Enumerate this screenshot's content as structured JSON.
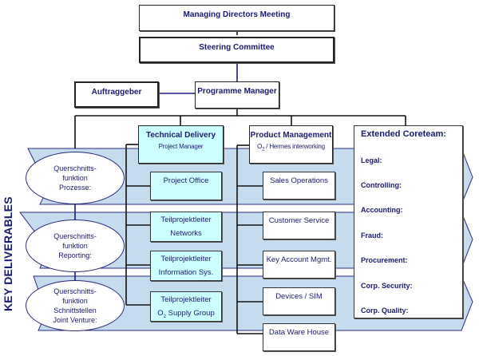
{
  "diagram": {
    "side_label": "KEY DELIVERABLES",
    "top_boxes": {
      "managing_directors": "Managing Directors Meeting",
      "steering_committee": "Steering Committee",
      "auftraggeber": "Auftraggeber",
      "programme_manager": "Programme Manager"
    },
    "technical_delivery": {
      "title": "Technical Delivery",
      "subtitle": "Project Manager",
      "items": [
        {
          "line1": "Project Office",
          "line2": ""
        },
        {
          "line1": "Teilprojektleiter",
          "line2": "Networks"
        },
        {
          "line1": "Teilprojektleiter",
          "line2": "Information Sys."
        },
        {
          "line1": "Teilprojektleiter",
          "line2_prefix": "O",
          "line2_sub": "2",
          "line2": " Supply Group"
        }
      ]
    },
    "product_management": {
      "title": "Product Management",
      "subtitle_prefix": "O",
      "subtitle_sub": "2",
      "subtitle": " / Hermes interworking",
      "items": [
        "Sales Operations",
        "Customer Service",
        "Key Account Mgmt.",
        "Devices / SIM",
        "Data Ware House"
      ]
    },
    "extended_coreteam": {
      "title": "Extended Coreteam:",
      "items": [
        "Legal:",
        "Controlling:",
        "Accounting:",
        "Fraud:",
        "Procurement:",
        "Corp. Security:",
        "Corp. Quality:"
      ]
    },
    "cross_functions": [
      {
        "lines": [
          "Querschnitts-",
          "funktion",
          "Prozesse:"
        ]
      },
      {
        "lines": [
          "Querschnitts-",
          "funktion",
          "Reporting:"
        ]
      },
      {
        "lines": [
          "Querschnitts-",
          "funktion",
          "Schnittstellen",
          "Joint Venture:"
        ]
      }
    ],
    "colors": {
      "band_fill": "#c5dcef",
      "band_stroke": "#2a2a80",
      "text": "#1a1a6e",
      "cyan_box": "#ccffff"
    }
  }
}
